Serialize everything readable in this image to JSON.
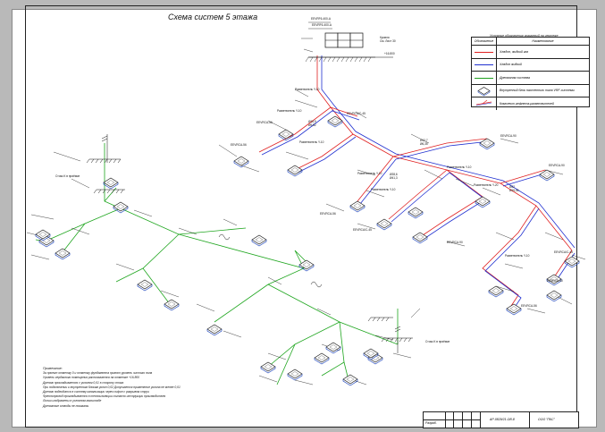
{
  "title": "Схема систем 5 этажа",
  "legend": {
    "caption": "Условные обозначения указанный на чертеже",
    "headers": [
      "Обозначение",
      "Наименование"
    ],
    "items": [
      {
        "name": "Хладон, жидкий газ",
        "color": "#e02020"
      },
      {
        "name": "Хладон жидкий",
        "color": "#2030d0"
      },
      {
        "name": "Дренажная система",
        "color": "#20a020"
      },
      {
        "name": "Внутренний блок настенного типа VRF-системы",
        "color": "#222222"
      },
      {
        "name": "Комплект рефнета-разветвителей",
        "color": "#e02020"
      }
    ]
  },
  "roof_labels": {
    "outdoor": "EEVRF6-400-A",
    "outdoor2": "EEVRF6-400-A",
    "roof_mark": "Кровля",
    "level": "+16.800",
    "note": "См. Лист 30"
  },
  "units": [
    {
      "label": "EEVRCA-56"
    },
    {
      "label": "EEVRCA-56"
    },
    {
      "label": "EEVRCA/C-45"
    },
    {
      "label": "EEVRCA-90"
    },
    {
      "label": "EEVRCA-90"
    },
    {
      "label": "EEVRCA-56"
    },
    {
      "label": "EEVRCA/C-45"
    },
    {
      "label": "EEVRCA-90"
    },
    {
      "label": "EEVRCA-56"
    },
    {
      "label": "EEVRCA/C-45"
    },
    {
      "label": "EEVRCA-90"
    }
  ],
  "branches": [
    {
      "label": "Разветвитель Y-10"
    },
    {
      "label": "Разветвитель Y-10"
    },
    {
      "label": "Разветвитель Y-10"
    },
    {
      "label": "Разветвитель Y-10"
    },
    {
      "label": "Разветвитель Y-10"
    },
    {
      "label": "Разветвитель Y-10"
    },
    {
      "label": "Разветвитель Y-20"
    },
    {
      "label": "Разветвитель Y-10"
    }
  ],
  "risers": [
    {
      "label": "Стояк К в приёмке"
    },
    {
      "label": "Стояк К в приёмке"
    }
  ],
  "pipe_labels": [
    "Ø15,9",
    "Ø9,52",
    "Ø12,7",
    "Ø6,35",
    "Ø22",
    "Ø28,6",
    "Ø19,05",
    "Ø41,3"
  ],
  "notes": {
    "heading": "Примечание:",
    "lines": [
      "За проект отметку 0 и отметку фундамента принят уровень чистого пола",
      "Уровень чердачного помещения располагается на отметке +16.800",
      "Дренаж прокладывается с уклоном 0,01 в сторону стока",
      "При подключении к внутренним блокам уклон 0,02 Допускается применение уклона не менее 0,01",
      "Дренаж подводится в систему канализации через сифон с разрывом струи",
      "Фреонопровод прокладывается в теплоизоляции согласно инструкции производителя",
      "Линии изображены в условном масштабе",
      "Дренажные отводы не показаны"
    ]
  },
  "stamp": {
    "role": "Разраб.",
    "code": "АР-0829/21-ОВ-8",
    "company": "ООО \"ПКС\""
  }
}
